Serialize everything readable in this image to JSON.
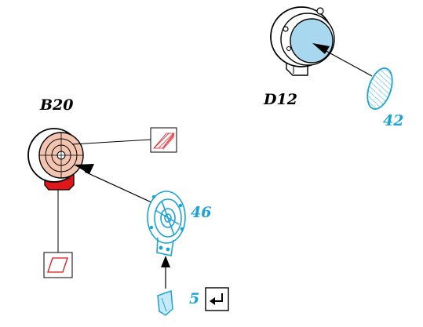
{
  "labels": {
    "b20": "B20",
    "d12": "D12",
    "part_46": "46",
    "part_42": "42",
    "part_5": "5"
  },
  "colors": {
    "line": "#000000",
    "part_blue": "#1aa3d9",
    "part_label": "#1aa3d9",
    "red": "#e0161b",
    "lens_blue": "#a8d8f0",
    "lens_pink": "#f3c4b0"
  },
  "icons": {
    "lamp_b20": "headlamp-housing-icon",
    "lamp_d12": "headlamp-housing-icon",
    "callout_hatch": "red-hatched-surface-icon",
    "callout_parallelogram": "red-parallelogram-icon",
    "part_46": "reflector-bracket-icon",
    "part_42": "lens-glass-icon",
    "part_5": "clip-icon",
    "return_symbol": "return-arrow-icon"
  }
}
